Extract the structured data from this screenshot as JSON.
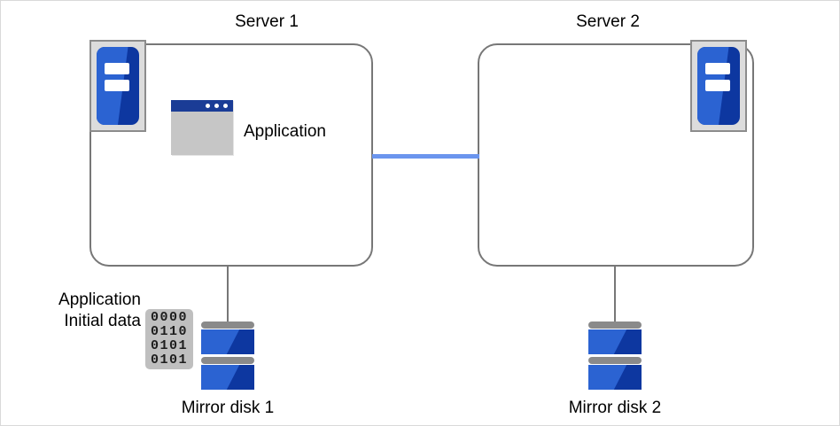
{
  "diagram": {
    "title_server1": "Server 1",
    "title_server2": "Server 2",
    "application_label": "Application",
    "initial_data_line1": "Application",
    "initial_data_line2": "Initial data",
    "mirror_disk1_label": "Mirror disk 1",
    "mirror_disk2_label": "Mirror disk 2",
    "binary_rows": [
      "0000",
      "0110",
      "0101",
      "0101"
    ],
    "icons": {
      "server1": "server-icon",
      "server2": "server-icon",
      "application": "application-window-icon",
      "binary_data": "binary-data-icon",
      "disk1": "mirror-disk-icon",
      "disk2": "mirror-disk-icon"
    },
    "colors": {
      "box_border": "#777777",
      "network_link": "#6b95ee",
      "connector": "#777777",
      "icon_blue_light": "#2b63d2",
      "icon_blue_dark": "#0d37a0",
      "app_titlebar": "#1a3c96",
      "app_body": "#c6c6c6",
      "icon_frame_fill": "#dcdcdc",
      "icon_frame_border": "#8c8c8c",
      "binary_fill": "#bfbfbf",
      "disk_cap": "#8a8a8a",
      "text": "#000000",
      "canvas": "#ffffff",
      "canvas_border": "#d9d9d9"
    }
  }
}
